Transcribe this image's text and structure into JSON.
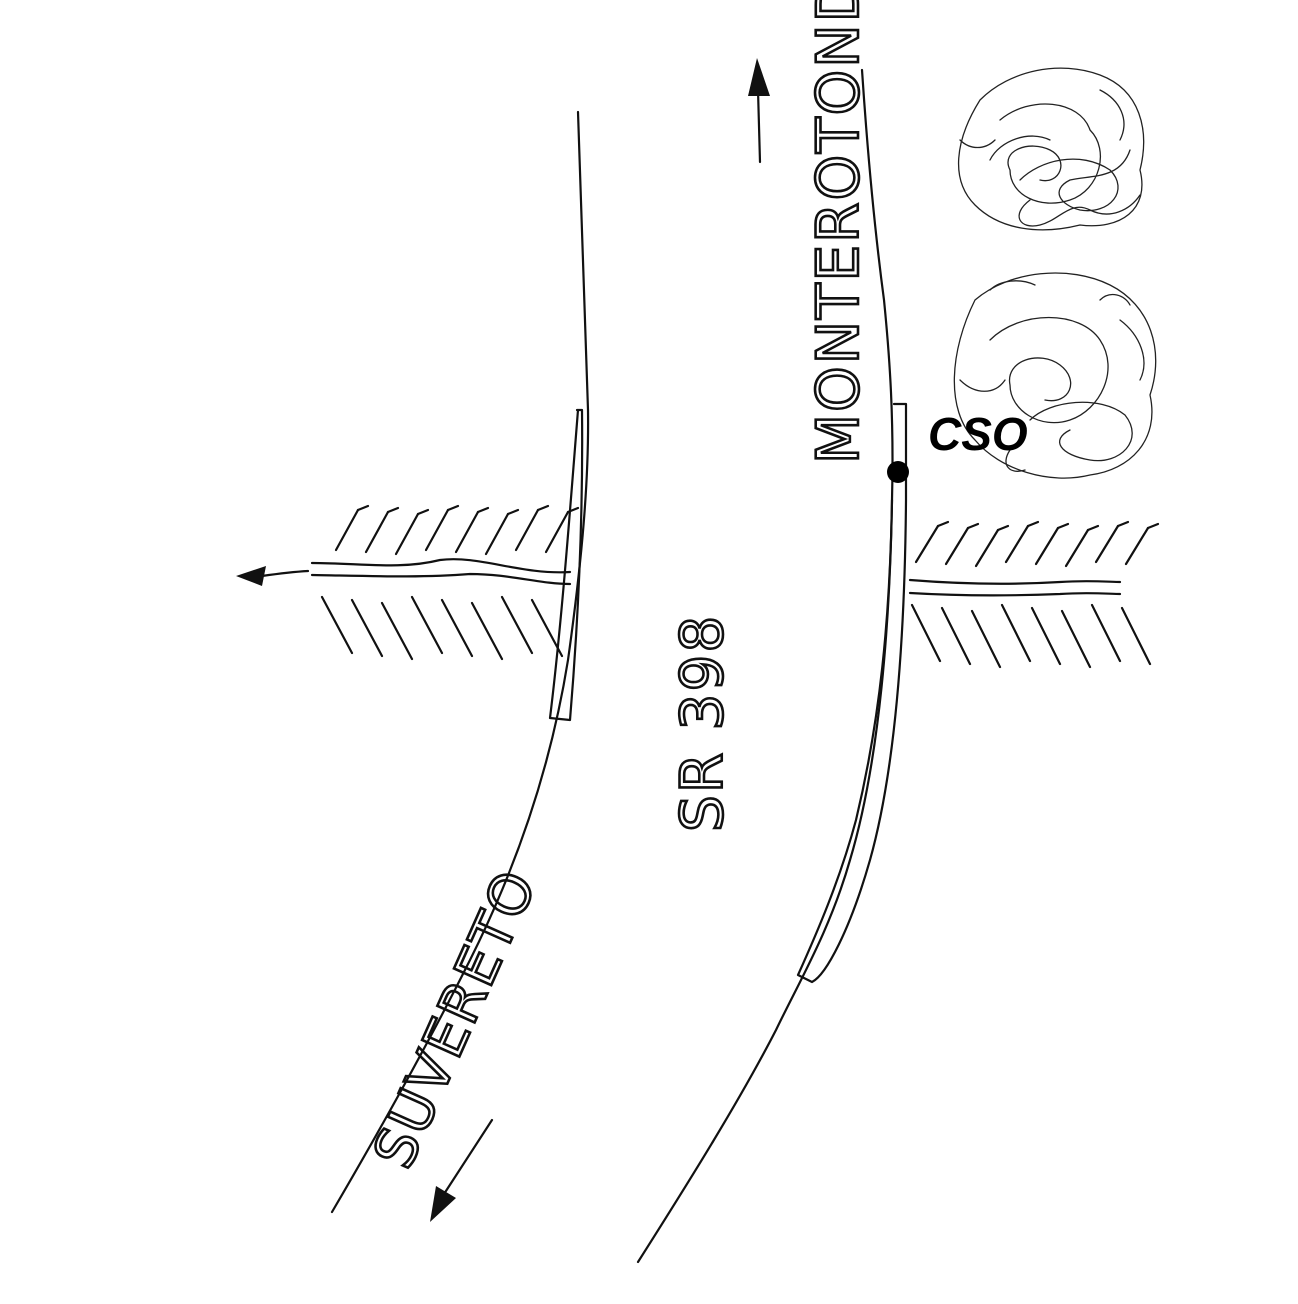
{
  "labels": {
    "top_direction": "MONTEROTONDO",
    "bottom_direction": "SUVERETO",
    "road_name": "SR 398",
    "point_label": "CSO"
  },
  "colors": {
    "ink": "#111111",
    "marker": "#000000",
    "paper": "#ffffff"
  },
  "icons": [
    "arrow-up-icon",
    "arrow-down-icon",
    "arrow-left-icon",
    "tree-icon"
  ]
}
